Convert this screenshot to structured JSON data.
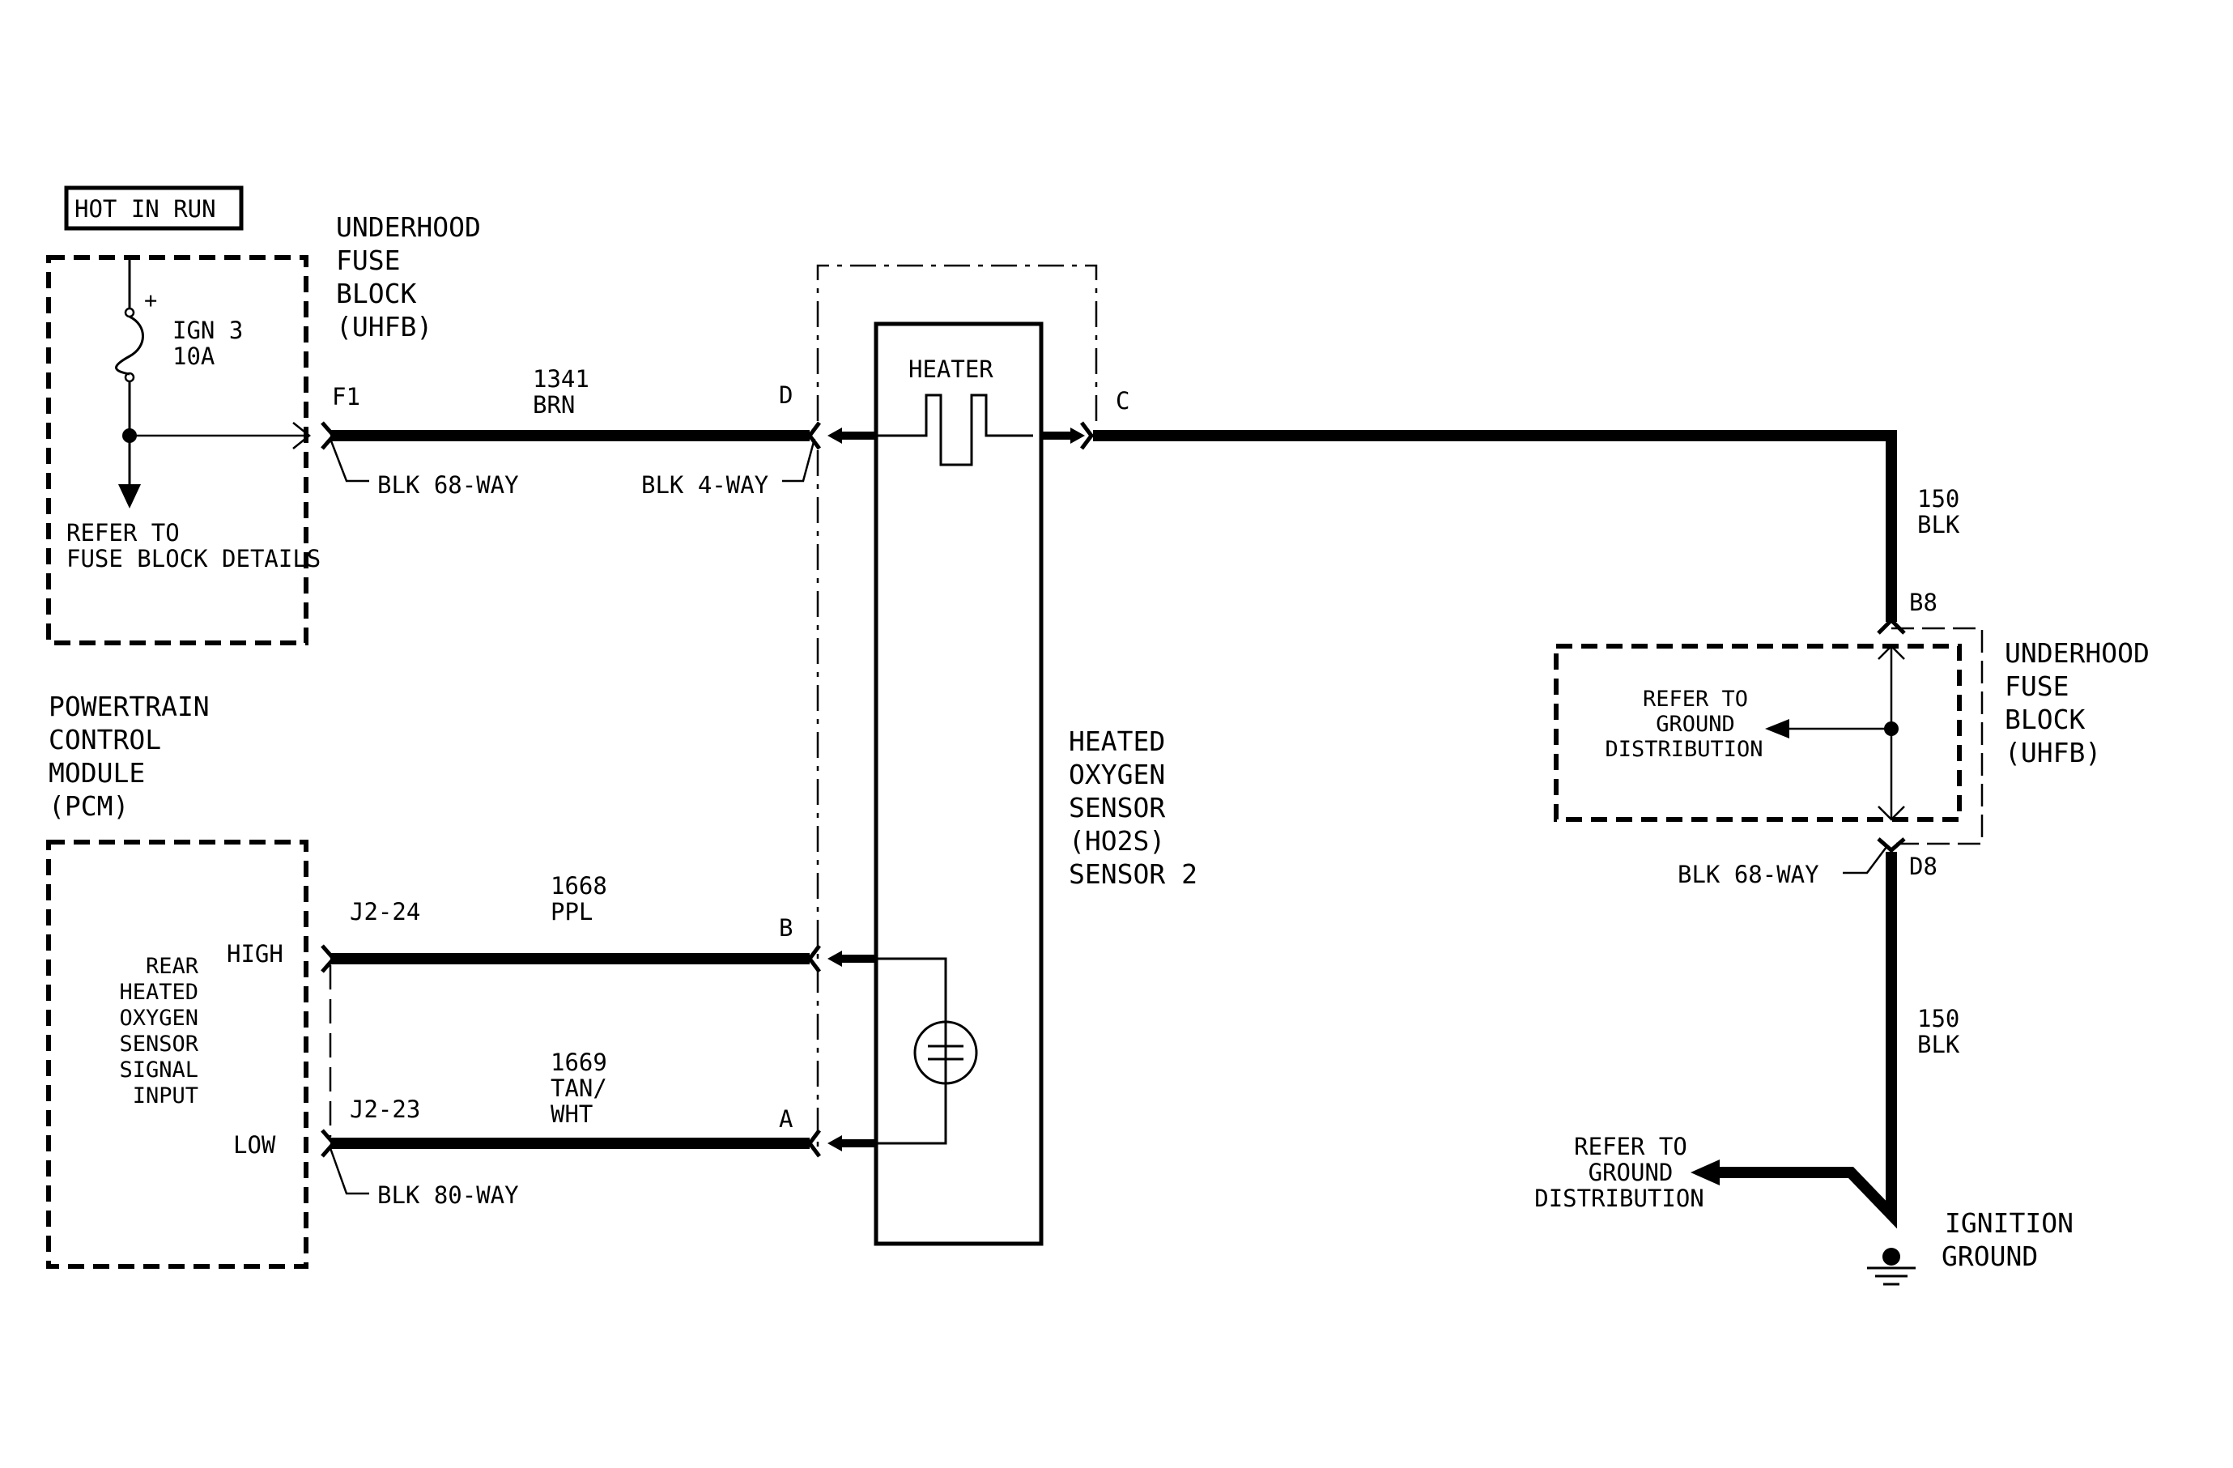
{
  "hot_label": "HOT IN RUN",
  "uhfb_top": {
    "line1": "UNDERHOOD",
    "line2": "FUSE",
    "line3": "BLOCK",
    "line4": "(UHFB)"
  },
  "fuse": {
    "name": "IGN 3",
    "rating": "10A",
    "plus": "+"
  },
  "refer_fuse": {
    "line1": "REFER TO",
    "line2": "FUSE BLOCK DETAILS"
  },
  "pin_f1": "F1",
  "wire_1341": {
    "circuit": "1341",
    "color": "BRN"
  },
  "pin_d": "D",
  "conn_blk68_top": "BLK 68-WAY",
  "conn_blk4": "BLK 4-WAY",
  "heater_label": "HEATER",
  "pin_c": "C",
  "wire_150_top": {
    "circuit": "150",
    "color": "BLK"
  },
  "pin_b8": "B8",
  "uhfb_right": {
    "line1": "UNDERHOOD",
    "line2": "FUSE",
    "line3": "BLOCK",
    "line4": "(UHFB)"
  },
  "refer_ground_inner": {
    "line1": "REFER TO",
    "line2": "GROUND",
    "line3": "DISTRIBUTION"
  },
  "conn_blk68_right": "BLK 68-WAY",
  "pin_d8": "D8",
  "wire_150_bottom": {
    "circuit": "150",
    "color": "BLK"
  },
  "refer_ground_outer": {
    "line1": "REFER TO",
    "line2": "GROUND",
    "line3": "DISTRIBUTION"
  },
  "ignition_ground": {
    "line1": "IGNITION",
    "line2": "GROUND"
  },
  "sensor": {
    "line1": "HEATED",
    "line2": "OXYGEN",
    "line3": "SENSOR",
    "line4": "(HO2S)",
    "line5": "SENSOR 2"
  },
  "pcm": {
    "line1": "POWERTRAIN",
    "line2": "CONTROL",
    "line3": "MODULE",
    "line4": "(PCM)"
  },
  "pcm_input": {
    "line1": "REAR",
    "line2": "HEATED",
    "line3": "OXYGEN",
    "line4": "SENSOR",
    "line5": "SIGNAL",
    "line6": "INPUT"
  },
  "high_label": "HIGH",
  "low_label": "LOW",
  "pin_j2_24": "J2-24",
  "pin_j2_23": "J2-23",
  "wire_1668": {
    "circuit": "1668",
    "color": "PPL"
  },
  "wire_1669": {
    "circuit": "1669",
    "color1": "TAN/",
    "color2": "WHT"
  },
  "pin_b": "B",
  "pin_a": "A",
  "conn_blk80": "BLK 80-WAY",
  "colors": {
    "ink": "#000000",
    "paper": "#ffffff"
  }
}
